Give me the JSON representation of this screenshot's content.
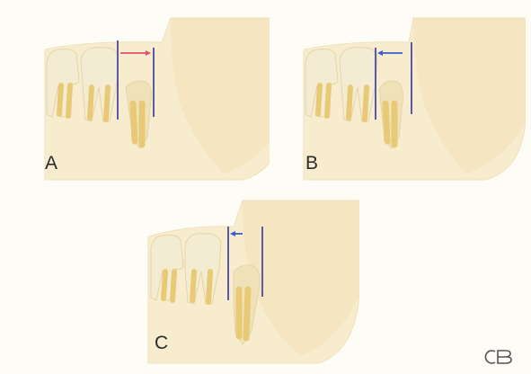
{
  "figure": {
    "panels": [
      {
        "id": "A",
        "label": "A",
        "marker_color": "#e0506a",
        "arrow_direction": "right"
      },
      {
        "id": "B",
        "label": "B",
        "marker_color": "#3a5fc8",
        "arrow_direction": "left"
      },
      {
        "id": "C",
        "label": "C",
        "marker_color": "#3a5fc8",
        "arrow_direction": "left"
      }
    ],
    "line_color": "#5a5aa8",
    "tooth_colors": {
      "crown": "#f4ecd2",
      "root": "#e8c976",
      "bone": "#f7eccd"
    },
    "logo_icon": "cb-logo-icon"
  }
}
